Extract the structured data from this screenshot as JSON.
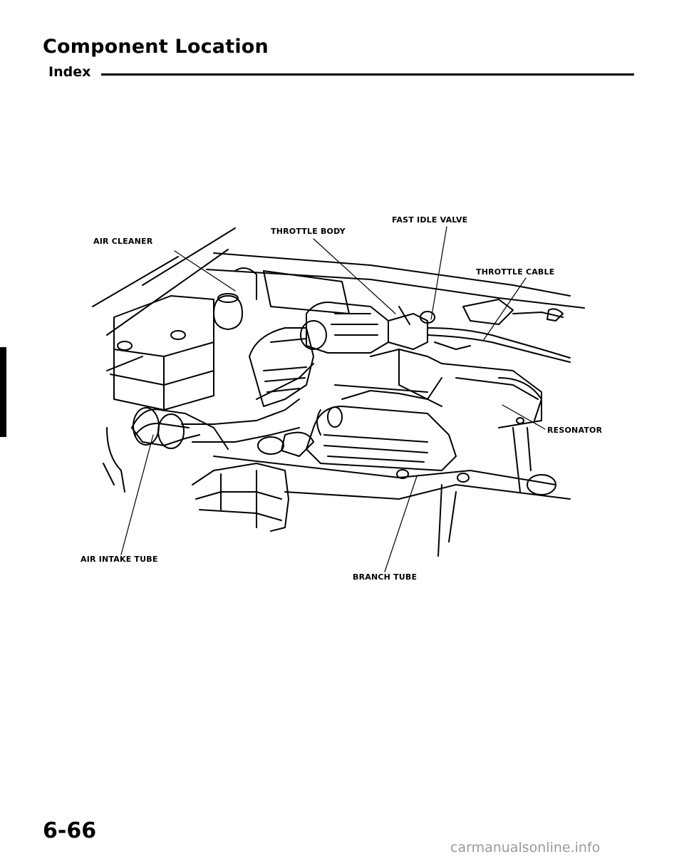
{
  "header": {
    "title": "Component Location",
    "subtitle": "Index"
  },
  "callouts": {
    "air_cleaner": "AIR CLEANER",
    "throttle_body": "THROTTLE BODY",
    "fast_idle_valve": "FAST IDLE VALVE",
    "throttle_cable": "THROTTLE CABLE",
    "resonator": "RESONATOR",
    "air_intake_tube": "AIR INTAKE TUBE",
    "branch_tube": "BRANCH TUBE"
  },
  "footer": {
    "page_number": "6-66",
    "watermark": "carmanualsonline.info"
  }
}
